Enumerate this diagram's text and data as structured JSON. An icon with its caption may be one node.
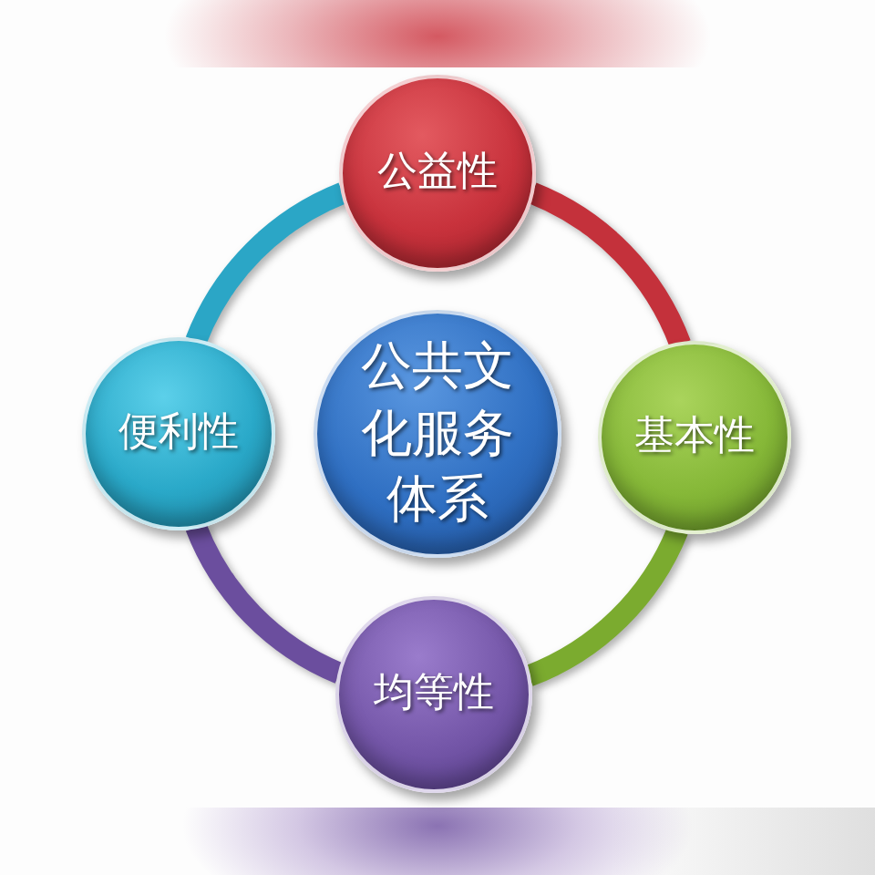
{
  "diagram": {
    "nodes": [
      {
        "text": [
          "公益性"
        ]
      },
      {
        "text": [
          "便利性"
        ]
      },
      {
        "text": [
          "公共文化服务体系"
        ]
      },
      {
        "text": [
          "基本性"
        ]
      },
      {
        "text": [
          "均等性"
        ]
      }
    ],
    "edges": [
      {
        "from": 0,
        "to": 3,
        "arrow": "none",
        "color": "#c4313b"
      },
      {
        "from": 3,
        "to": 4,
        "arrow": "none",
        "color": "#7bab2f"
      },
      {
        "from": 4,
        "to": 1,
        "arrow": "none",
        "color": "#6b4e9e"
      },
      {
        "from": 1,
        "to": 0,
        "arrow": "none",
        "color": "#2ba6c6"
      }
    ]
  }
}
